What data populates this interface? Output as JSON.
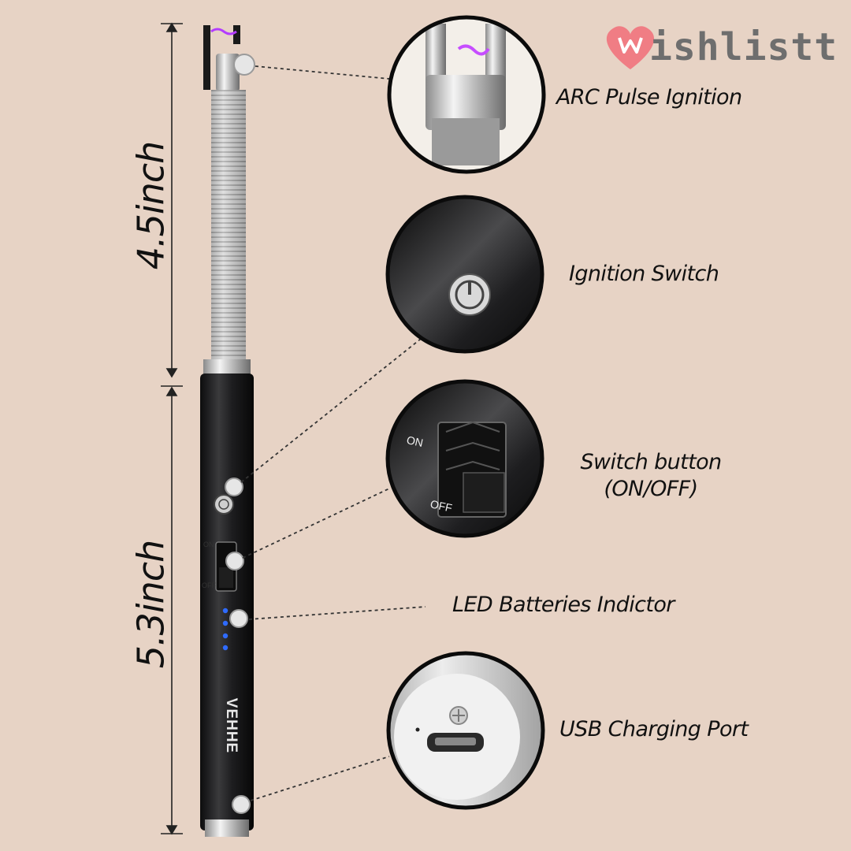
{
  "brand": {
    "name": "ishlistt",
    "heart_color": "#f07d84"
  },
  "dimensions": {
    "top_length": "4.5inch",
    "bottom_length": "5.3inch"
  },
  "product": {
    "brand_mark": "VEHHE",
    "switch_on": "ON",
    "switch_off": "OFF"
  },
  "features": [
    {
      "label": "ARC Pulse Ignition",
      "icon": "arc-tip-closeup"
    },
    {
      "label": "Ignition Switch",
      "icon": "power-button-closeup"
    },
    {
      "label": "Switch button",
      "label_line2": "(ON/OFF)",
      "icon": "slide-switch-closeup"
    },
    {
      "label": "LED Batteries Indictor",
      "icon": "led-indicator"
    },
    {
      "label": "USB Charging Port",
      "icon": "usb-port-closeup"
    }
  ],
  "colors": {
    "background": "#e7d3c5",
    "body": "#1c1c1e",
    "metal": "#c9c9c9",
    "led": "#2f6bff",
    "arc": "#b33cff"
  }
}
